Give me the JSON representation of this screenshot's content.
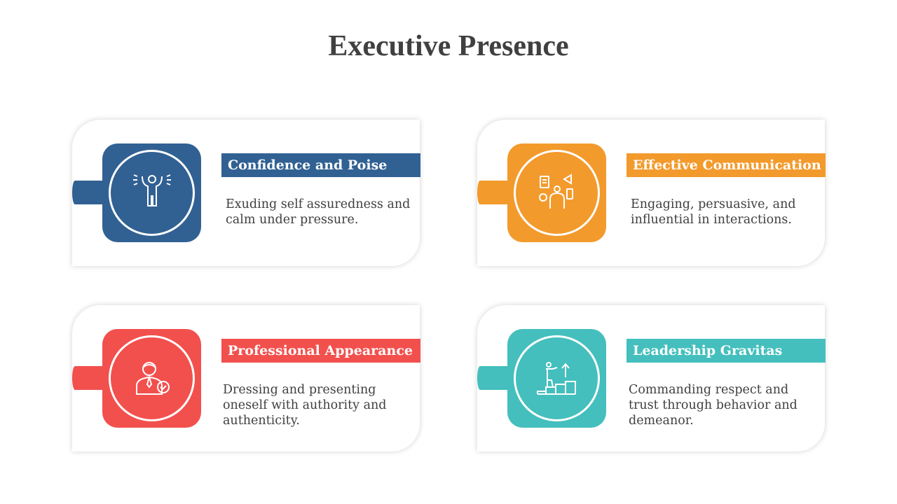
{
  "title": "Executive Presence",
  "cards": [
    {
      "title": "Confidence and Poise",
      "text": "Exuding self assuredness and calm under pressure.",
      "color": "#316193",
      "icon": "confident-person-icon"
    },
    {
      "title": "Effective Communication",
      "text": "Engaging, persuasive, and influential in interactions.",
      "color": "#F39A2C",
      "icon": "communication-icon"
    },
    {
      "title": "Professional Appearance",
      "text": "Dressing and presenting oneself with authority and authenticity.",
      "color": "#F2504D",
      "icon": "professional-person-icon"
    },
    {
      "title": "Leadership Gravitas",
      "text": "Commanding respect and trust through behavior and demeanor.",
      "color": "#44BFBD",
      "icon": "leadership-stairs-icon"
    }
  ]
}
